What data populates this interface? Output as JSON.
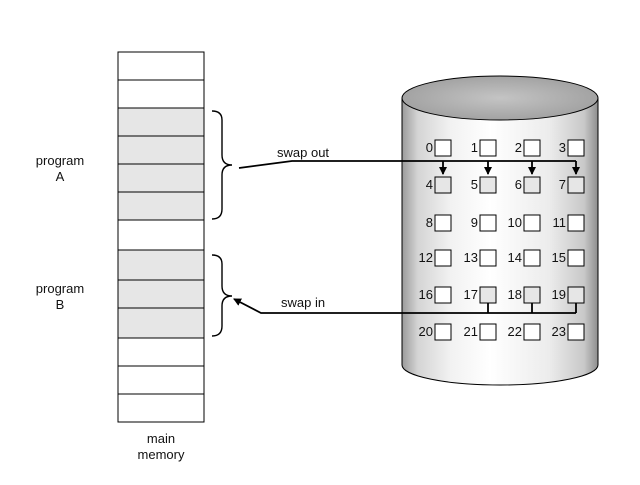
{
  "memory": {
    "label_line1": "main",
    "label_line2": "memory",
    "program_a": {
      "line1": "program",
      "line2": "A"
    },
    "program_b": {
      "line1": "program",
      "line2": "B"
    }
  },
  "arrows": {
    "swap_out": "swap out",
    "swap_in": "swap in"
  },
  "disk": {
    "blocks": [
      [
        "0",
        "1",
        "2",
        "3"
      ],
      [
        "4",
        "5",
        "6",
        "7"
      ],
      [
        "8",
        "9",
        "10",
        "11"
      ],
      [
        "12",
        "13",
        "14",
        "15"
      ],
      [
        "16",
        "17",
        "18",
        "19"
      ],
      [
        "20",
        "21",
        "22",
        "23"
      ]
    ],
    "shaded_blocks": [
      "4",
      "5",
      "6",
      "7",
      "17",
      "18",
      "19"
    ]
  },
  "colors": {
    "shade": "#e6e6e6",
    "line": "#000000"
  }
}
